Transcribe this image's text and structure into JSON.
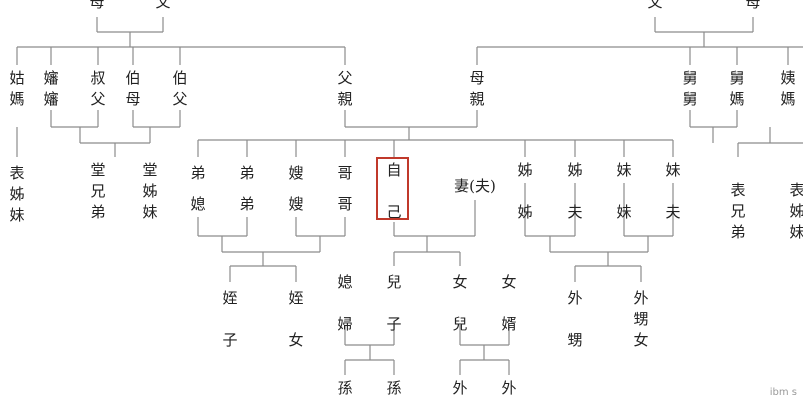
{
  "diagram": {
    "line_color": "#8c8c8c",
    "highlight_color": "#c0392b",
    "nodes": [
      {
        "id": "gp-mother-L",
        "text": "母"
      },
      {
        "id": "gp-father-L",
        "text": "父"
      },
      {
        "id": "gp-father-R",
        "text": "父"
      },
      {
        "id": "gp-mother-R",
        "text": "母"
      },
      {
        "id": "aunt-paternal",
        "text": "姑\n媽"
      },
      {
        "id": "aunt-in-law-paternal",
        "text": "嬸\n嬸"
      },
      {
        "id": "uncle-younger",
        "text": "叔\n父"
      },
      {
        "id": "aunt-elder-wife",
        "text": "伯\n母"
      },
      {
        "id": "uncle-elder",
        "text": "伯\n父"
      },
      {
        "id": "father",
        "text": "父\n親"
      },
      {
        "id": "mother",
        "text": "母\n親"
      },
      {
        "id": "uncle-maternal-wife",
        "text": "舅\n舅"
      },
      {
        "id": "uncle-maternal",
        "text": "舅\n媽"
      },
      {
        "id": "aunt-maternal",
        "text": "姨\n媽"
      },
      {
        "id": "cousin-biao-L",
        "text": "表\n姊\n妹"
      },
      {
        "id": "cousin-tang-brother",
        "text": "堂\n兄\n弟"
      },
      {
        "id": "cousin-tang-sister",
        "text": "堂\n姊\n妹"
      },
      {
        "id": "younger-brother-A",
        "text": "弟"
      },
      {
        "id": "younger-brother-wife",
        "text": "媳"
      },
      {
        "id": "younger-brother-B",
        "text": "弟"
      },
      {
        "id": "younger-brother-B2",
        "text": "弟"
      },
      {
        "id": "sister-in-law-A",
        "text": "嫂"
      },
      {
        "id": "sister-in-law-A2",
        "text": "嫂"
      },
      {
        "id": "elder-brother-A",
        "text": "哥"
      },
      {
        "id": "elder-brother-A2",
        "text": "哥"
      },
      {
        "id": "self",
        "text": "自\n\n己"
      },
      {
        "id": "spouse",
        "text": "妻(夫)"
      },
      {
        "id": "elder-sister-A",
        "text": "姊\n\n姊"
      },
      {
        "id": "elder-sister-husband",
        "text": "姊\n\n夫"
      },
      {
        "id": "younger-sister-A",
        "text": "妹\n\n妹"
      },
      {
        "id": "younger-sister-husband",
        "text": "妹\n\n夫"
      },
      {
        "id": "cousin-biao-brother-R",
        "text": "表\n兄\n弟"
      },
      {
        "id": "cousin-biao-sister-R",
        "text": "表\n姊\n妹"
      },
      {
        "id": "nephew",
        "text": "姪\n\n子"
      },
      {
        "id": "niece",
        "text": "姪\n\n女"
      },
      {
        "id": "daughter-in-law",
        "text": "媳\n\n婦"
      },
      {
        "id": "son",
        "text": "兒\n\n子"
      },
      {
        "id": "daughter",
        "text": "女\n\n兒"
      },
      {
        "id": "son-in-law",
        "text": "女\n\n婿"
      },
      {
        "id": "nephew-sister-side",
        "text": "外\n\n甥"
      },
      {
        "id": "niece-sister-side",
        "text": "外\n甥\n女"
      },
      {
        "id": "grandson-A",
        "text": "孫"
      },
      {
        "id": "grandson-B",
        "text": "孫"
      },
      {
        "id": "grandchild-outer-A",
        "text": "外"
      },
      {
        "id": "grandchild-outer-B",
        "text": "外"
      }
    ]
  },
  "watermark": "ibm s"
}
